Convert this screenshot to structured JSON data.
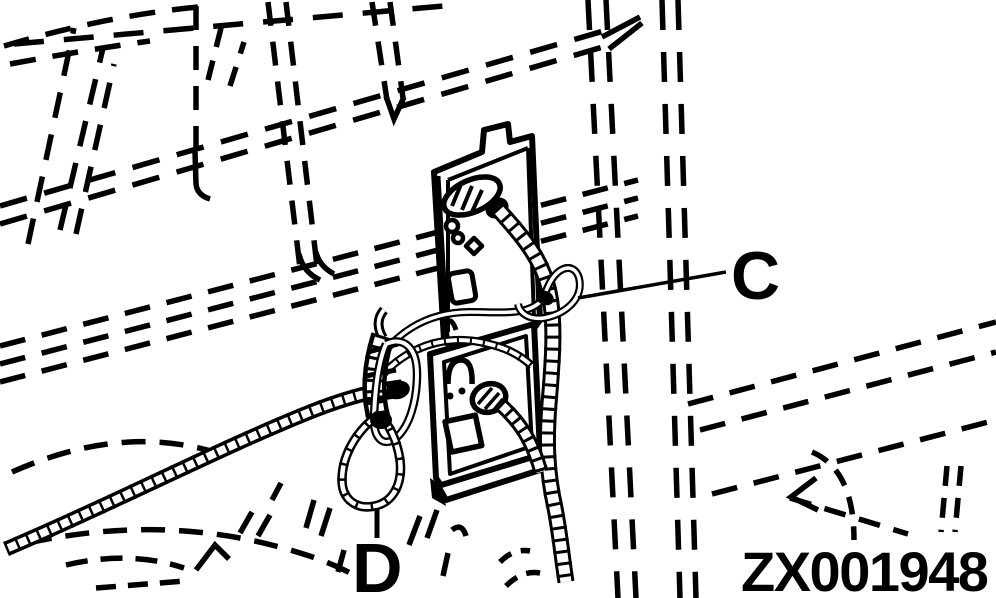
{
  "figure": {
    "callouts": {
      "c": "C",
      "d": "D"
    },
    "figure_code": "ZX001948",
    "colors": {
      "ink": "#000000",
      "paper": "#ffffff"
    }
  }
}
